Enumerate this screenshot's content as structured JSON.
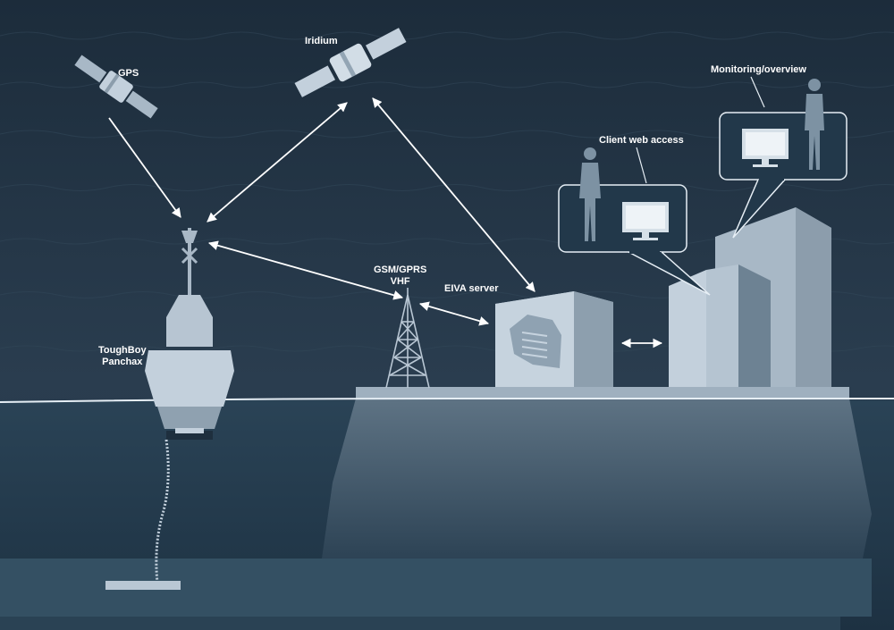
{
  "labels": {
    "gps": "GPS",
    "iridium": "Iridium",
    "gsm": "GSM/GPRS",
    "vhf": "VHF",
    "eiva": "EIVA server",
    "buoy_line1": "ToughBoy",
    "buoy_line2": "Panchax",
    "client": "Client web access",
    "monitoring": "Monitoring/overview"
  },
  "colors": {
    "sea": "#1f3142",
    "light_object": "#bccbd9",
    "dark_object": "#6b8193",
    "panel": "#22384a",
    "arrow": "#ffffff"
  }
}
